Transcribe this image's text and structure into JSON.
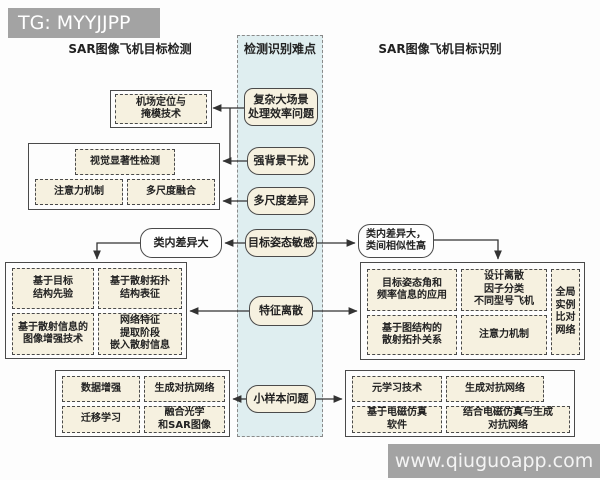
{
  "watermarks": {
    "top": "TG: MYYJJPP",
    "bottom": "www.qiuguoapp.com"
  },
  "headers": {
    "left": "SAR图像飞机目标检测",
    "center": "检测识别难点",
    "right": "SAR图像飞机目标识别"
  },
  "colors": {
    "band": "#dfeef0",
    "box_fill": "#f6f1e0",
    "watermark_gray": "#a3a3a3",
    "line": "#333333"
  },
  "difficulties": {
    "complex_scene": "复杂大场景\n处理效率问题",
    "strong_background": "强背景干扰",
    "multiscale_diff": "多尺度差异",
    "pose_sensitive": "目标姿态敏感",
    "feature_discrete": "特征离散",
    "small_sample": "小样本问题"
  },
  "detection": {
    "airport_masking": "机场定位与\n掩模技术",
    "saliency_group": {
      "saliency": "视觉显著性检测",
      "attention": "注意力机制",
      "multiscale_fusion": "多尺度融合"
    },
    "intra_class": "类内差异大",
    "scatter_group": {
      "structure_prior": "基于目标\n结构先验",
      "topology_repr": "基于散射拓扑\n结构表征",
      "image_enhance": "基于散射信息的\n图像增强技术",
      "embed_scatter": "网络特征\n提取阶段\n嵌入散射信息"
    },
    "small_sample_group": {
      "data_aug": "数据增强",
      "gan": "生成对抗网络",
      "transfer": "迁移学习",
      "fuse_optical": "融合光学\n和SAR图像"
    }
  },
  "recognition": {
    "intra_inter": "类内差异大，\n类间相似性高",
    "feature_group": {
      "pose_freq": "目标姿态角和\n频率信息的应用",
      "discrete_factor": "设计离散\n因子分类\n不同型号飞机",
      "graph_topology": "基于图结构的\n散射拓扑关系",
      "attention": "注意力机制",
      "global_instance": "全局\n实例\n比对\n网络"
    },
    "small_sample_group": {
      "meta_learning": "元学习技术",
      "gan": "生成对抗网络",
      "em_simulation": "基于电磁仿真\n软件",
      "em_gan": "结合电磁仿真与生成\n对抗网络"
    }
  }
}
